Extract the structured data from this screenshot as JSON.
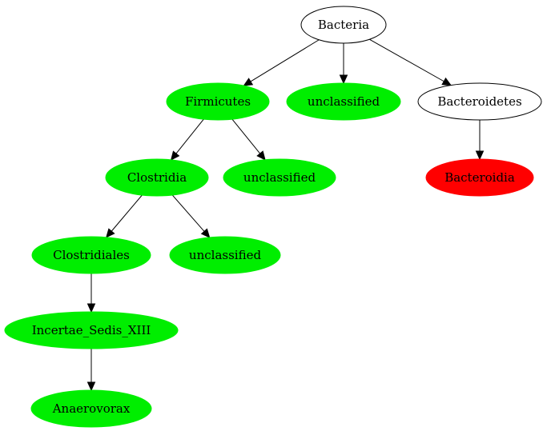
{
  "nodes": {
    "bacteria": {
      "label": "Bacteria",
      "fill": "#ffffff"
    },
    "firmicutes": {
      "label": "Firmicutes",
      "fill": "#00ee00"
    },
    "unclassified_root": {
      "label": "unclassified",
      "fill": "#00ee00"
    },
    "bacteroidetes": {
      "label": "Bacteroidetes",
      "fill": "#ffffff"
    },
    "clostridia": {
      "label": "Clostridia",
      "fill": "#00ee00"
    },
    "unclassified_firmicutes": {
      "label": "unclassified",
      "fill": "#00ee00"
    },
    "bacteroidia": {
      "label": "Bacteroidia",
      "fill": "#ff0000"
    },
    "clostridiales": {
      "label": "Clostridiales",
      "fill": "#00ee00"
    },
    "unclassified_clostridia": {
      "label": "unclassified",
      "fill": "#00ee00"
    },
    "incertae": {
      "label": "Incertae_Sedis_XIII",
      "fill": "#00ee00"
    },
    "anaerovorax": {
      "label": "Anaerovorax",
      "fill": "#00ee00"
    }
  },
  "edges": [
    [
      "bacteria",
      "firmicutes"
    ],
    [
      "bacteria",
      "unclassified_root"
    ],
    [
      "bacteria",
      "bacteroidetes"
    ],
    [
      "firmicutes",
      "clostridia"
    ],
    [
      "firmicutes",
      "unclassified_firmicutes"
    ],
    [
      "bacteroidetes",
      "bacteroidia"
    ],
    [
      "clostridia",
      "clostridiales"
    ],
    [
      "clostridia",
      "unclassified_clostridia"
    ],
    [
      "clostridiales",
      "incertae"
    ],
    [
      "incertae",
      "anaerovorax"
    ]
  ]
}
